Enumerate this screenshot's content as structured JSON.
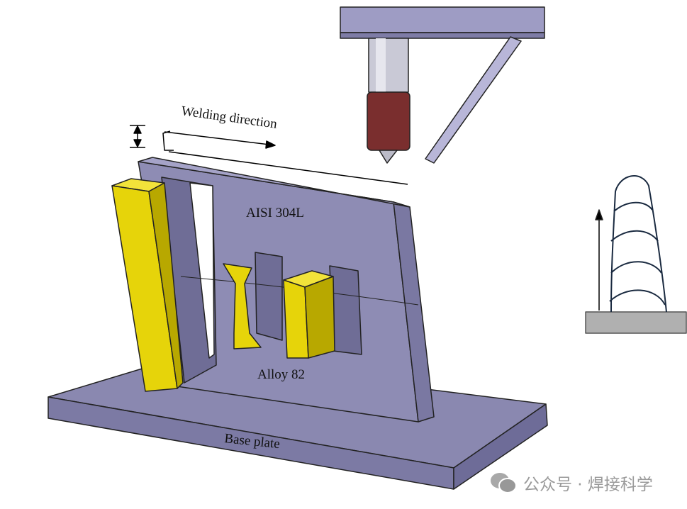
{
  "labels": {
    "welding_direction": "Welding direction",
    "upper_material": "AISI 304L",
    "filler": "Alloy 82",
    "base": "Base plate"
  },
  "watermark": {
    "icon": "wechat-icon",
    "text": "公众号 · 焊接科学"
  },
  "colors": {
    "plate": "#8e8cb4",
    "yellow": "#e6d40a",
    "torch": "#7a2e2e",
    "substrate": "#b0b0b0"
  }
}
